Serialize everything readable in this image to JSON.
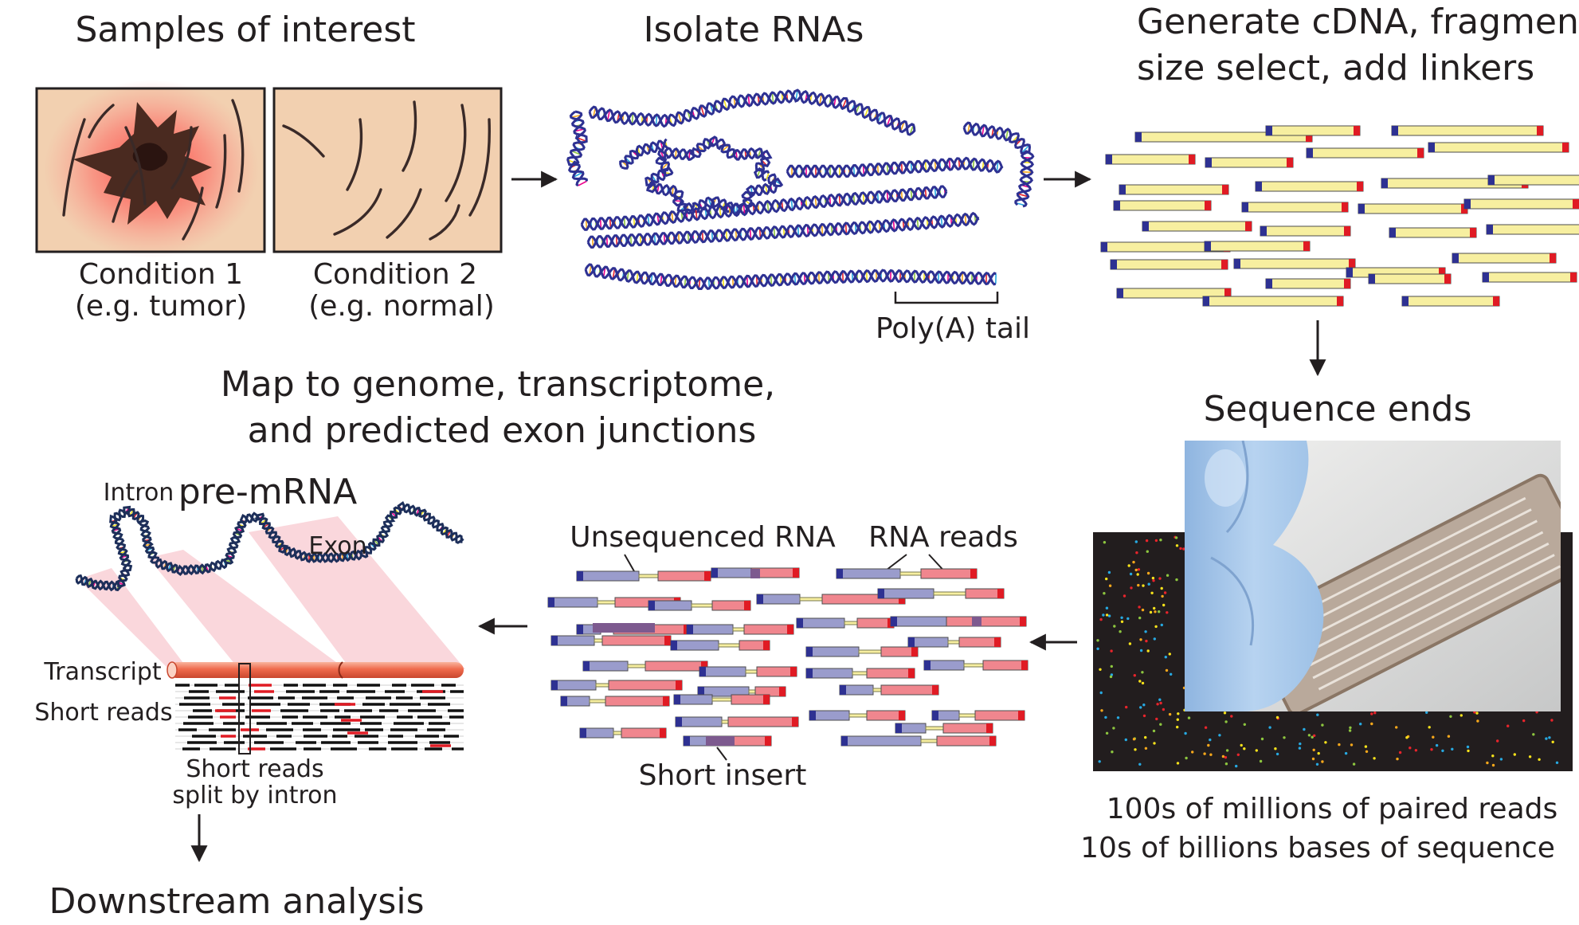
{
  "steps": {
    "samples": "Samples of interest",
    "isolate": "Isolate RNAs",
    "generate_line1": "Generate cDNA, fragment,",
    "generate_line2": "size select, add linkers",
    "sequence": "Sequence ends",
    "map_line1": "Map to genome, transcriptome,",
    "map_line2": "and predicted exon junctions",
    "downstream": "Downstream analysis"
  },
  "conditions": {
    "c1_line1": "Condition 1",
    "c1_line2": "(e.g. tumor)",
    "c2_line1": "Condition 2",
    "c2_line2": "(e.g. normal)"
  },
  "rna": {
    "polya": "Poly(A) tail"
  },
  "reads": {
    "unsequenced": "Unsequenced RNA",
    "rna_reads": "RNA reads",
    "short_insert": "Short insert"
  },
  "sequencing": {
    "line1": "100s of millions of paired reads",
    "line2": "10s of billions bases of sequence"
  },
  "mapping": {
    "intron": "Intron",
    "premrna": "pre-mRNA",
    "exon": "Exon",
    "transcript": "Transcript",
    "short_reads": "Short reads",
    "split_line1": "Short reads",
    "split_line2": "split by intron"
  },
  "colors": {
    "skin": "#f2d0b0",
    "tumor": "#4a2a20",
    "cdna_fill": "#f7efa0",
    "linker_blue": "#2e3192",
    "linker_red": "#e01b24",
    "read_blue": "#9a9ccc",
    "read_pink": "#f0868e",
    "insert_purple": "#7d5a8f",
    "flowcell_bg": "#221d1e",
    "glove": "#a7c7ea",
    "transcript": "#f1745a"
  }
}
